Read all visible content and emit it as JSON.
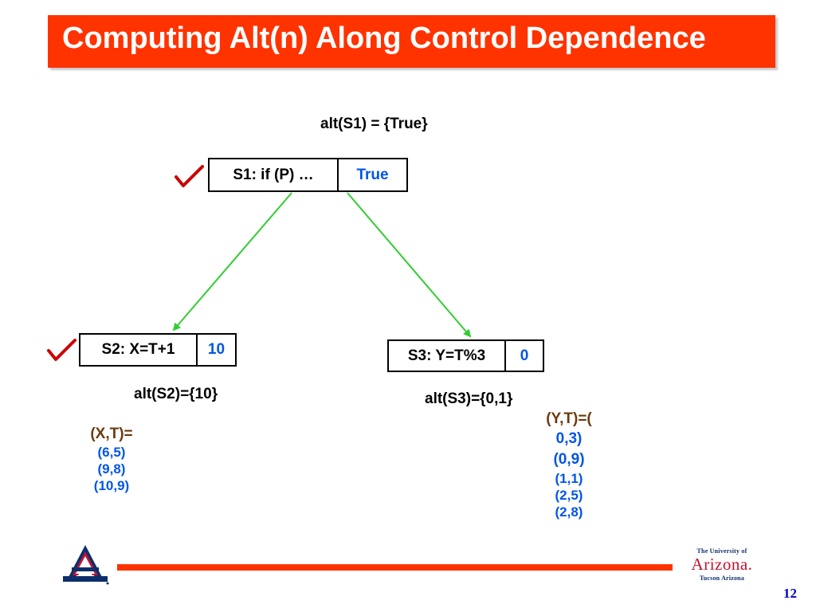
{
  "title": "Computing Alt(n) Along Control Dependence",
  "page_number": "12",
  "colors": {
    "accent": "#ff3300",
    "edge": "#33cc33",
    "value_text": "#0055e8",
    "pair_header": "#6b3a10",
    "check": "#cc0000"
  },
  "nodes": {
    "s1": {
      "stmt": "S1: if (P) …",
      "value": "True",
      "alt": "alt(S1) = {True}"
    },
    "s2": {
      "stmt": "S2: X=T+1",
      "value": "10",
      "alt": "alt(S2)={10}"
    },
    "s3": {
      "stmt": "S3: Y=T%3",
      "value": "0",
      "alt": "alt(S3)={0,1}"
    }
  },
  "pairs_left": {
    "header": "(X,T)=",
    "rows": [
      "(6,5)",
      "(9,8)",
      "(10,9)"
    ]
  },
  "pairs_right": {
    "header": "(Y,T)=(",
    "rows_large": [
      "0,3)",
      "(0,9)"
    ],
    "rows": [
      "(1,1)",
      "(2,5)",
      "(2,8)"
    ]
  },
  "icons": {
    "checkmarks": [
      "checkmark-icon",
      "checkmark-icon"
    ],
    "edges": [
      "arrow-s1-to-s2",
      "arrow-s1-to-s3"
    ]
  },
  "logo": {
    "top_text": "The University of",
    "name": "Arizona.",
    "bottom_text": "Tucson Arizona"
  }
}
